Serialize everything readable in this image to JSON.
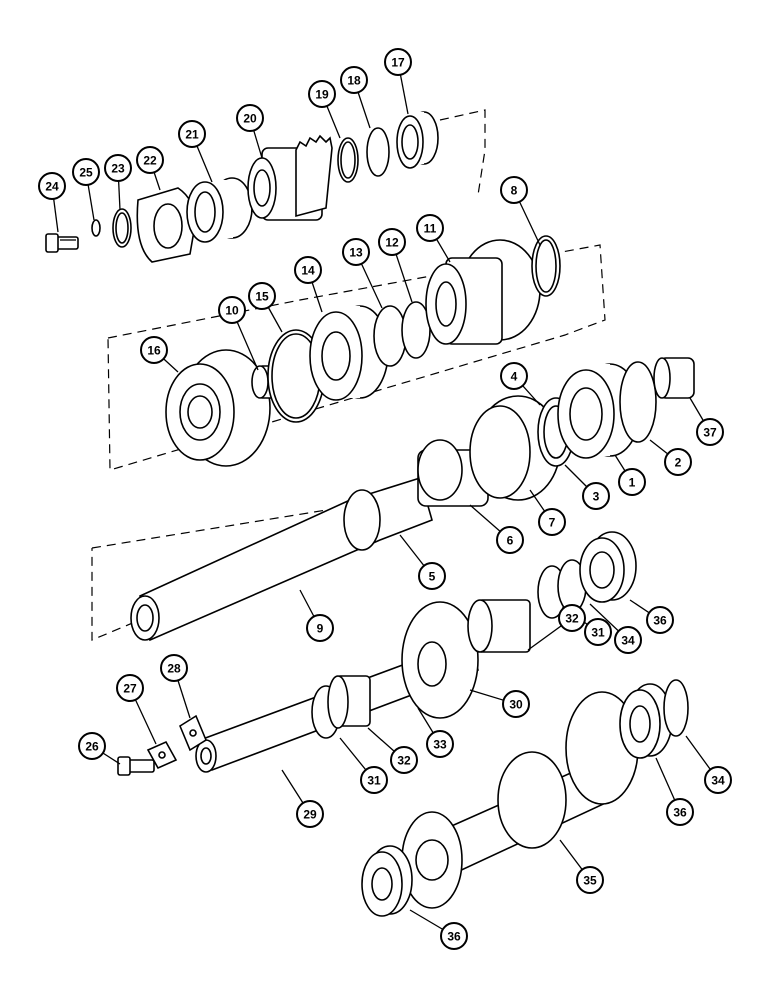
{
  "callouts": [
    {
      "id": "callout-1",
      "text": "1"
    },
    {
      "id": "callout-2",
      "text": "2"
    },
    {
      "id": "callout-3",
      "text": "3"
    },
    {
      "id": "callout-4",
      "text": "4"
    },
    {
      "id": "callout-5",
      "text": "5"
    },
    {
      "id": "callout-6",
      "text": "6"
    },
    {
      "id": "callout-7",
      "text": "7"
    },
    {
      "id": "callout-8",
      "text": "8"
    },
    {
      "id": "callout-9",
      "text": "9"
    },
    {
      "id": "callout-10",
      "text": "10"
    },
    {
      "id": "callout-11",
      "text": "11"
    },
    {
      "id": "callout-12",
      "text": "12"
    },
    {
      "id": "callout-13",
      "text": "13"
    },
    {
      "id": "callout-14",
      "text": "14"
    },
    {
      "id": "callout-15",
      "text": "15"
    },
    {
      "id": "callout-16",
      "text": "16"
    },
    {
      "id": "callout-17",
      "text": "17"
    },
    {
      "id": "callout-18",
      "text": "18"
    },
    {
      "id": "callout-19",
      "text": "19"
    },
    {
      "id": "callout-20",
      "text": "20"
    },
    {
      "id": "callout-21",
      "text": "21"
    },
    {
      "id": "callout-22",
      "text": "22"
    },
    {
      "id": "callout-23",
      "text": "23"
    },
    {
      "id": "callout-24",
      "text": "24"
    },
    {
      "id": "callout-25",
      "text": "25"
    },
    {
      "id": "callout-26",
      "text": "26"
    },
    {
      "id": "callout-27",
      "text": "27"
    },
    {
      "id": "callout-28",
      "text": "28"
    },
    {
      "id": "callout-29",
      "text": "29"
    },
    {
      "id": "callout-30",
      "text": "30"
    },
    {
      "id": "callout-31a",
      "text": "31"
    },
    {
      "id": "callout-31b",
      "text": "31"
    },
    {
      "id": "callout-32a",
      "text": "32"
    },
    {
      "id": "callout-32b",
      "text": "32"
    },
    {
      "id": "callout-33",
      "text": "33"
    },
    {
      "id": "callout-34a",
      "text": "34"
    },
    {
      "id": "callout-34b",
      "text": "34"
    },
    {
      "id": "callout-35",
      "text": "35"
    },
    {
      "id": "callout-36a",
      "text": "36"
    },
    {
      "id": "callout-36b",
      "text": "36"
    },
    {
      "id": "callout-36c",
      "text": "36"
    },
    {
      "id": "callout-37",
      "text": "37"
    }
  ]
}
